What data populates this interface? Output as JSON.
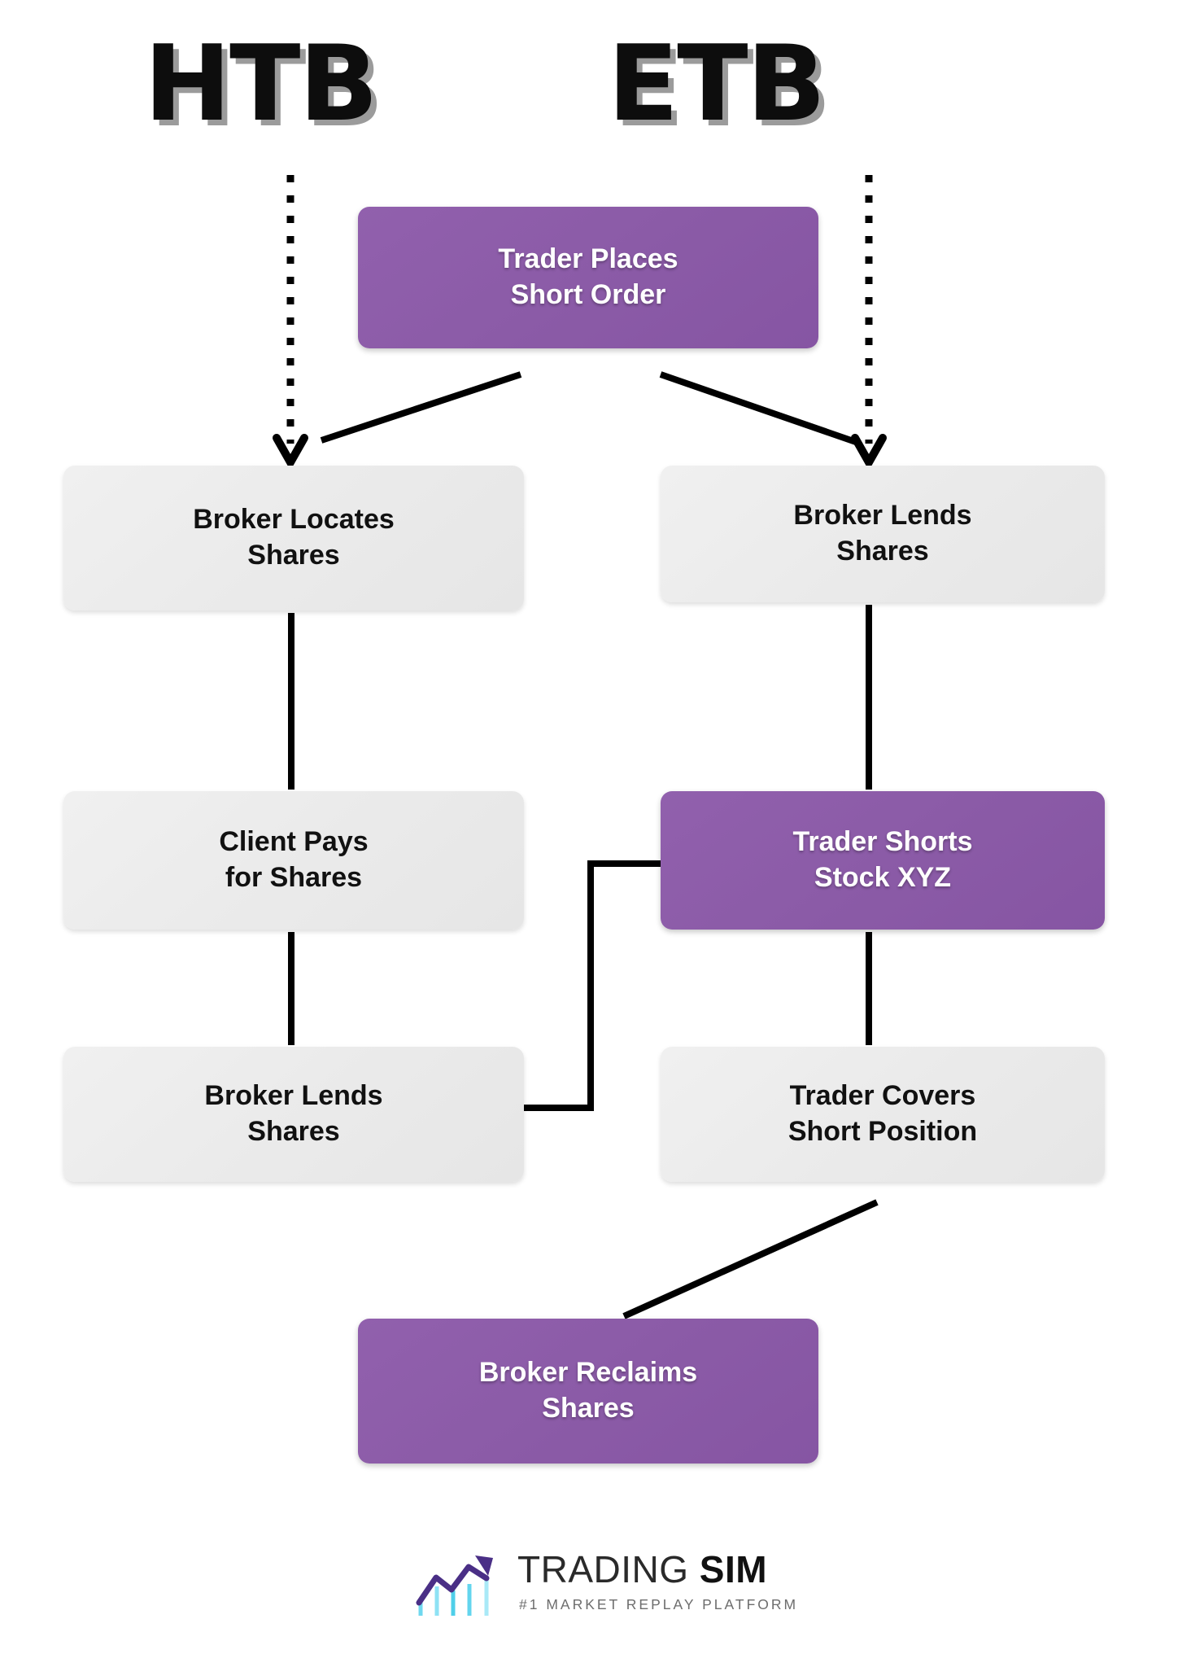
{
  "headings": {
    "left": "HTB",
    "right": "ETB"
  },
  "nodes": {
    "trader_places_short_order": "Trader Places\nShort Order",
    "broker_locates_shares": "Broker Locates\nShares",
    "broker_lends_shares_right": "Broker Lends\nShares",
    "client_pays_for_shares": "Client Pays\nfor Shares",
    "trader_shorts_stock_xyz": "Trader Shorts\nStock XYZ",
    "broker_lends_shares_left": "Broker Lends\nShares",
    "trader_covers_short_position": "Trader Covers\nShort Position",
    "broker_reclaims_shares": "Broker Reclaims\nShares"
  },
  "logo": {
    "word_light": "TRADING",
    "word_bold": "SIM",
    "tagline": "#1 MARKET REPLAY PLATFORM"
  },
  "colors": {
    "purple": "#8b5ba7",
    "gray_box": "#ebebeb",
    "heading_text": "#0d0d0d",
    "heading_shadow": "#969696",
    "connector": "#000000",
    "logo_arrow": "#4a2f86",
    "logo_bar": "#6fd8ef"
  }
}
